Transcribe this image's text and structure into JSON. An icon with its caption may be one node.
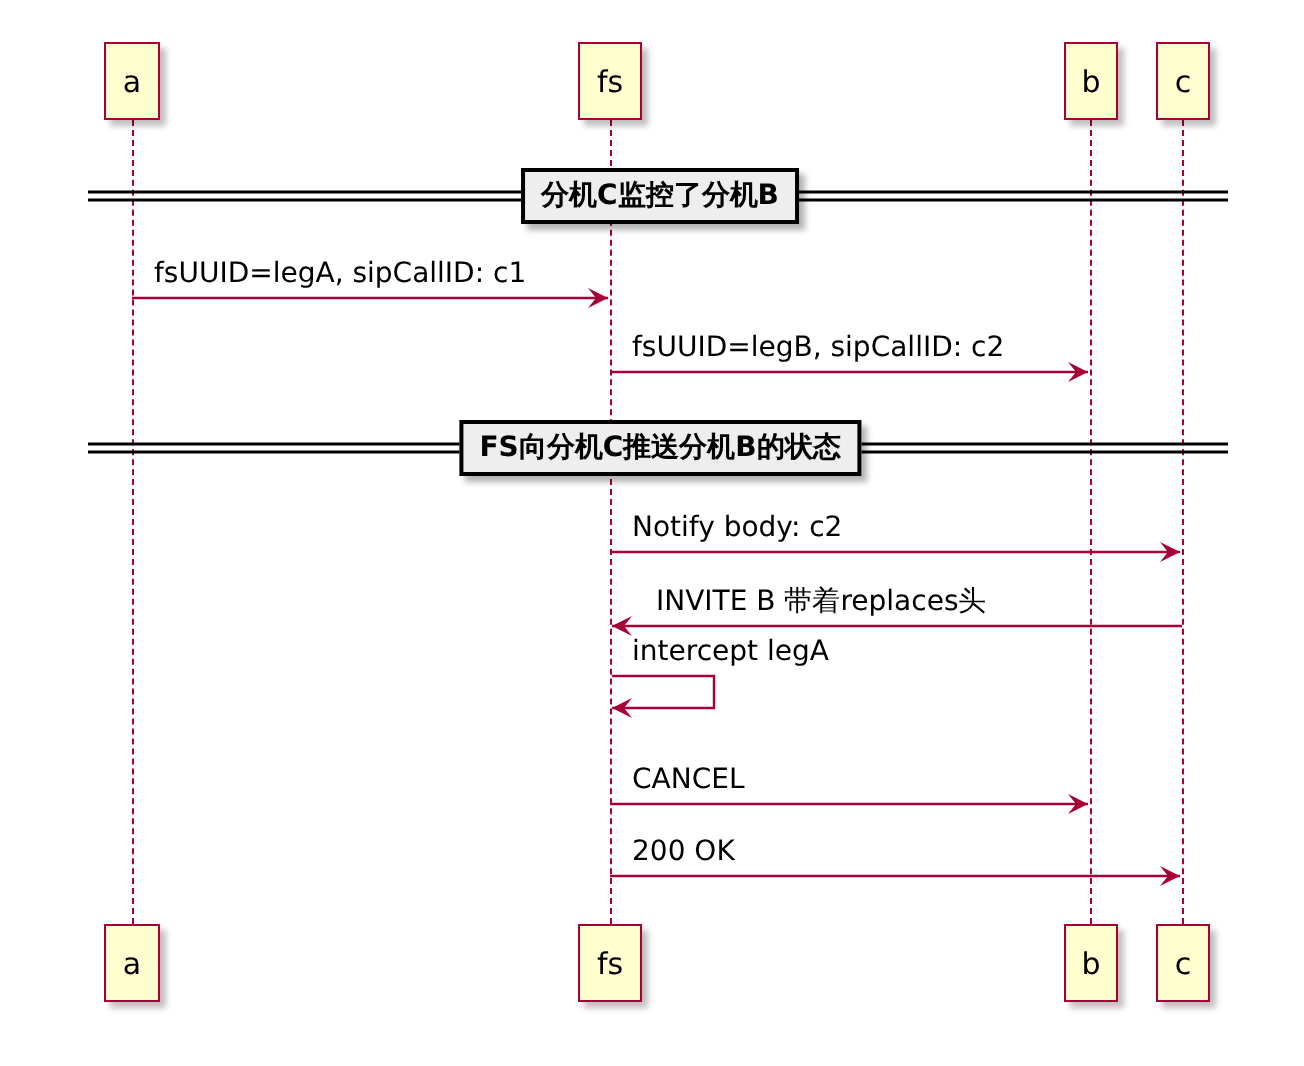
{
  "diagram": {
    "nodes": [
      {
        "text": [
          "a"
        ]
      },
      {
        "text": [
          "fs"
        ]
      },
      {
        "text": [
          "b"
        ]
      },
      {
        "text": [
          "c"
        ]
      },
      {
        "text": [
          "a"
        ]
      },
      {
        "text": [
          "fs"
        ]
      },
      {
        "text": [
          "b"
        ]
      },
      {
        "text": [
          "c"
        ]
      },
      {
        "text": [
          "分机C监控了分机B"
        ]
      },
      {
        "text": [
          "FS向分机C推送分机B的状态"
        ]
      },
      {
        "text": [],
        "shape": "line"
      },
      {
        "text": [],
        "shape": "line"
      },
      {
        "text": [],
        "shape": "line"
      },
      {
        "text": [],
        "shape": "line"
      }
    ],
    "edges": [
      {
        "from": 10,
        "to": 11,
        "arrow": "to",
        "label": "fsUUID=legA, sipCallID: c1"
      },
      {
        "from": 11,
        "to": 12,
        "arrow": "to",
        "label": "fsUUID=legB, sipCallID: c2"
      },
      {
        "from": 11,
        "to": 13,
        "arrow": "to",
        "label": "Notify body: c2"
      },
      {
        "from": 13,
        "to": 11,
        "arrow": "to",
        "label": "INVITE B 带着replaces头"
      },
      {
        "from": 11,
        "to": 11,
        "arrow": "to",
        "label": "intercept legA"
      },
      {
        "from": 11,
        "to": 12,
        "arrow": "to",
        "label": "CANCEL"
      },
      {
        "from": 11,
        "to": 13,
        "arrow": "to",
        "label": "200 OK"
      }
    ]
  }
}
